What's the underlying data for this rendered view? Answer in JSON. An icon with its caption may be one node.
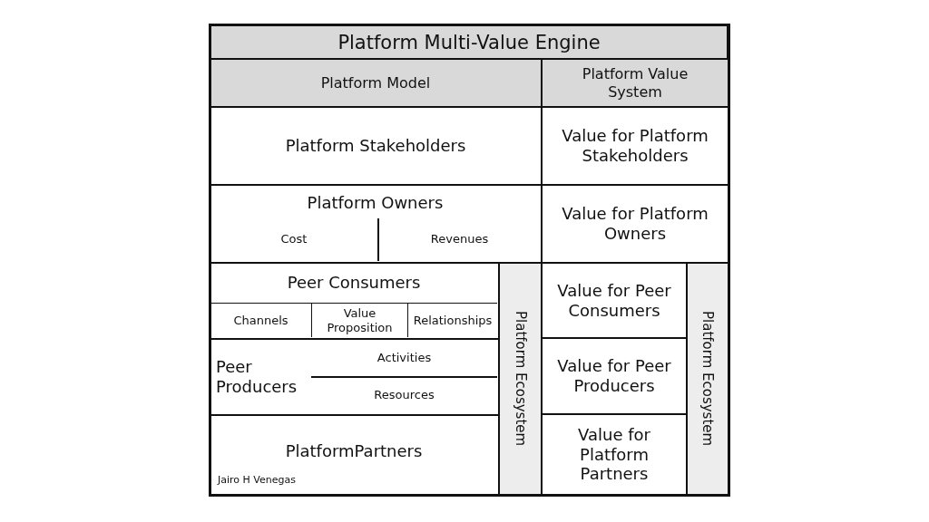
{
  "diagram": {
    "title": "Platform Multi-Value Engine",
    "nodes": [
      {
        "text": [
          "Platform Model"
        ]
      },
      {
        "text": [
          "Platform Value System"
        ]
      },
      {
        "text": [
          "Platform Stakeholders"
        ]
      },
      {
        "text": [
          "Value for Platform Stakeholders"
        ]
      },
      {
        "text": [
          "Platform Owners",
          "Cost",
          "Revenues"
        ]
      },
      {
        "text": [
          "Value for Platform Owners"
        ]
      },
      {
        "text": [
          "Peer Consumers"
        ]
      },
      {
        "text": [
          "Channels"
        ],
        "in": 6
      },
      {
        "text": [
          "Value Proposition"
        ],
        "in": 6
      },
      {
        "text": [
          "Relationships"
        ],
        "in": 6
      },
      {
        "text": [
          "Peer Producers",
          "Activities",
          "Resources"
        ]
      },
      {
        "text": [
          "PlatformPartners"
        ]
      },
      {
        "text": [
          "Platform Ecosystem"
        ]
      },
      {
        "text": [
          "Value for Peer Consumers"
        ]
      },
      {
        "text": [
          "Value for Peer Producers"
        ]
      },
      {
        "text": [
          "Value for Platform Partners"
        ]
      },
      {
        "text": [
          "Platform Ecosystem"
        ]
      }
    ],
    "edges": [],
    "labels": [
      "Jairo H Venegas"
    ]
  }
}
